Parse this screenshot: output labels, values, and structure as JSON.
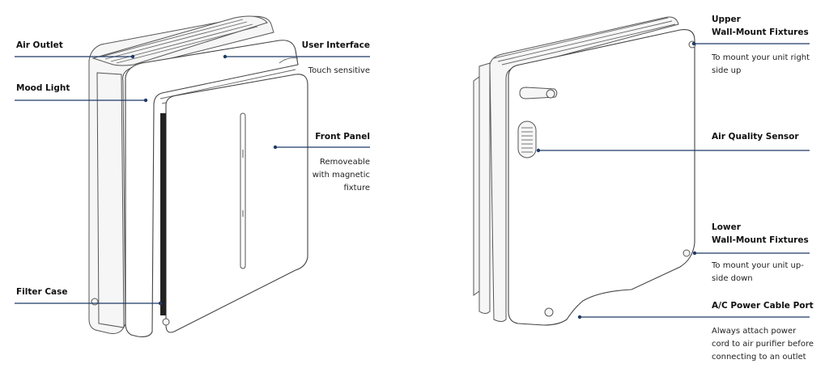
{
  "left": {
    "air_outlet": "Air Outlet",
    "mood_light": "Mood Light",
    "filter_case": "Filter Case",
    "user_interface": "User Interface",
    "user_interface_desc": "Touch sensitive",
    "front_panel": "Front Panel",
    "front_panel_desc": [
      "Removeable",
      "with magnetic",
      "fixture"
    ]
  },
  "right": {
    "upper_fixtures": [
      "Upper",
      "Wall-Mount Fixtures"
    ],
    "upper_fixtures_desc": [
      "To mount your unit right",
      "side up"
    ],
    "air_quality_sensor": "Air Quality Sensor",
    "lower_fixtures": [
      "Lower",
      "Wall-Mount Fixtures"
    ],
    "lower_fixtures_desc": [
      "To mount your unit up-",
      "side down"
    ],
    "power_port": "A/C Power Cable Port",
    "power_port_desc": [
      "Always attach power",
      "cord to air purifier before",
      "connecting to an outlet"
    ]
  },
  "colors": {
    "leader": "#1f3a66",
    "outline": "#444444"
  }
}
